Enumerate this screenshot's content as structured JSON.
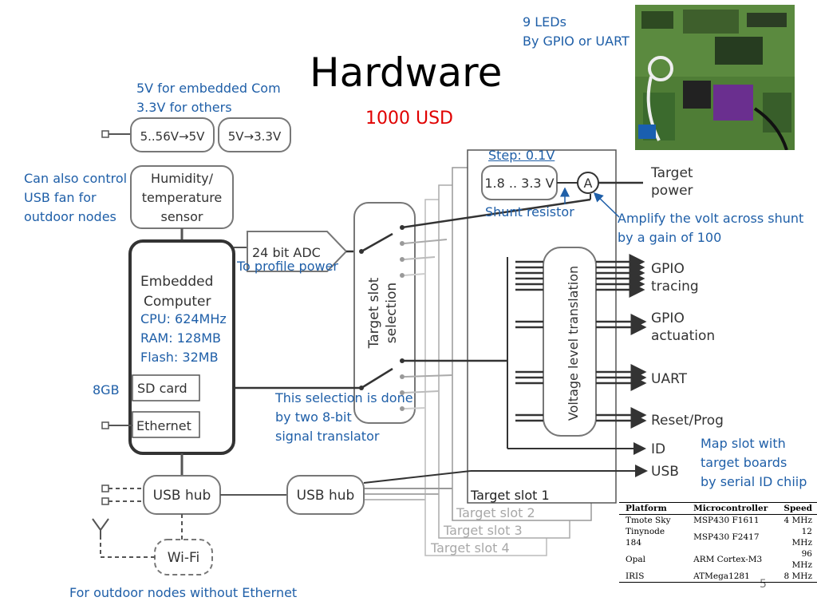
{
  "slide": {
    "title": "Hardware",
    "subtitle": "1000 USD",
    "page_number": "5"
  },
  "annotations": {
    "leds_1": "9 LEDs",
    "leds_2": "By GPIO or UART",
    "power_1": "5V for embedded Com",
    "power_2": "3.3V for others",
    "fan_1": "Can also control",
    "fan_2": "USB fan for",
    "fan_3": "outdoor nodes",
    "profile": "To profile power",
    "step": "Step: 0.1V",
    "shunt": "Shunt resistor",
    "amplify_1": "Amplify the volt across shunt",
    "amplify_2": "by a gain of 100",
    "cpu": "CPU: 624MHz",
    "ram": "RAM: 128MB",
    "flash": "Flash: 32MB",
    "sd_size": "8GB",
    "selection_1": "This selection is done",
    "selection_2": "by two 8-bit",
    "selection_3": "signal translator",
    "map_1": "Map slot with",
    "map_2": "target boards",
    "map_3": "by serial ID chiip",
    "outdoor": "For outdoor nodes without Ethernet"
  },
  "diagram": {
    "reg1": "5..56V→5V",
    "reg2": "5V→3.3V",
    "sensor_1": "Humidity/",
    "sensor_2": "temperature",
    "sensor_3": "sensor",
    "adc": "24 bit ADC",
    "embedded_1": "Embedded",
    "embedded_2": "Computer",
    "sd_card": "SD card",
    "ethernet": "Ethernet",
    "usb_hub_1": "USB hub",
    "usb_hub_2": "USB hub",
    "wifi": "Wi-Fi",
    "selection_1": "Target slot",
    "selection_2": "selection",
    "voltage_range": "1.8 .. 3.3 V",
    "amp": "A",
    "target_power_1": "Target",
    "target_power_2": "power",
    "voltage_translation": "Voltage level translation",
    "gpio_tracing_1": "GPIO",
    "gpio_tracing_2": "tracing",
    "gpio_actuation_1": "GPIO",
    "gpio_actuation_2": "actuation",
    "uart": "UART",
    "reset_prog": "Reset/Prog",
    "id": "ID",
    "usb": "USB",
    "slot1": "Target slot 1",
    "slot2": "Target slot 2",
    "slot3": "Target slot 3",
    "slot4": "Target slot 4"
  },
  "platform_table": {
    "headers": [
      "Platform",
      "Microcontroller",
      "Speed"
    ],
    "rows": [
      [
        "Tmote Sky",
        "MSP430 F1611",
        "4 MHz"
      ],
      [
        "Tinynode 184",
        "MSP430 F2417",
        "12 MHz"
      ],
      [
        "Opal",
        "ARM Cortex-M3",
        "96 MHz"
      ],
      [
        "IRIS",
        "ATMega1281",
        "8 MHz"
      ]
    ]
  },
  "colors": {
    "annotation": "#1f5fa8",
    "subtitle": "#e00000",
    "slot_gray": "#a8a8a8"
  }
}
